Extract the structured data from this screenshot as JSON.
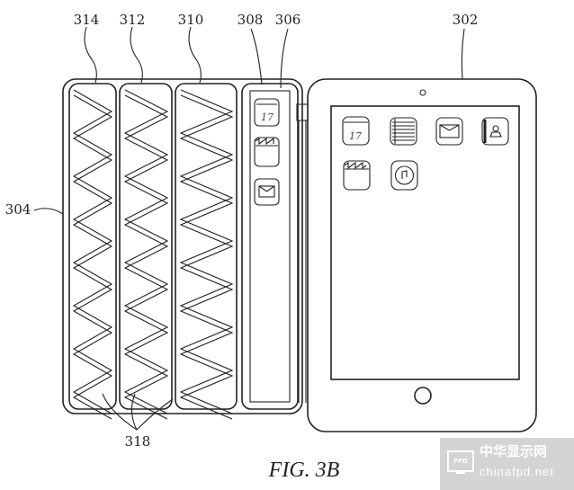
{
  "figure": {
    "caption": "FIG. 3B",
    "reference_numerals": {
      "ref_314": "314",
      "ref_312": "312",
      "ref_310": "310",
      "ref_308": "308",
      "ref_306": "306",
      "ref_302": "302",
      "ref_304": "304",
      "ref_318": "318"
    },
    "calendar_day": "17"
  },
  "watermark": {
    "badge": "FPD",
    "name_cn": "中华显示网",
    "site": "chinafpd.net"
  }
}
